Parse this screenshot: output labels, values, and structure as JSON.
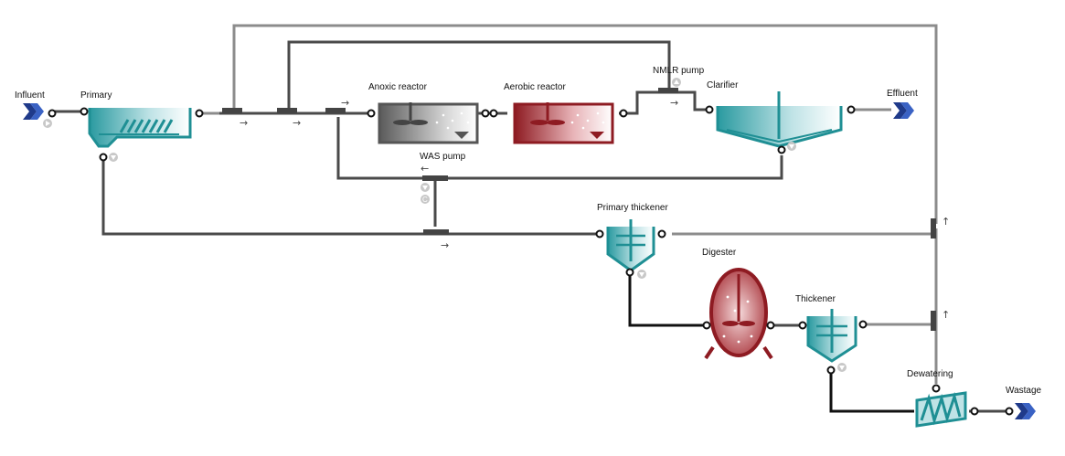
{
  "labels": {
    "influent": "Influent",
    "primary": "Primary",
    "anoxic": "Anoxic reactor",
    "aerobic": "Aerobic reactor",
    "nmlr_pump": "NMLR pump",
    "clarifier": "Clarifier",
    "effluent": "Effluent",
    "was_pump": "WAS pump",
    "primary_thickener": "Primary thickener",
    "digester": "Digester",
    "thickener": "Thickener",
    "dewatering": "Dewatering",
    "wastage": "Wastage"
  },
  "colors": {
    "teal": "#1f8f94",
    "teal_light": "#bfe3e6",
    "maroon": "#8e1b22",
    "maroon_light": "#f3cdd0",
    "gray_tank": "#6f6f6f",
    "navy": "#1f3a8a"
  },
  "icons": {
    "influent": "influent-chevron-icon",
    "effluent": "effluent-chevron-icon",
    "wastage": "wastage-chevron-icon",
    "pump": "pump-triangle-icon"
  }
}
